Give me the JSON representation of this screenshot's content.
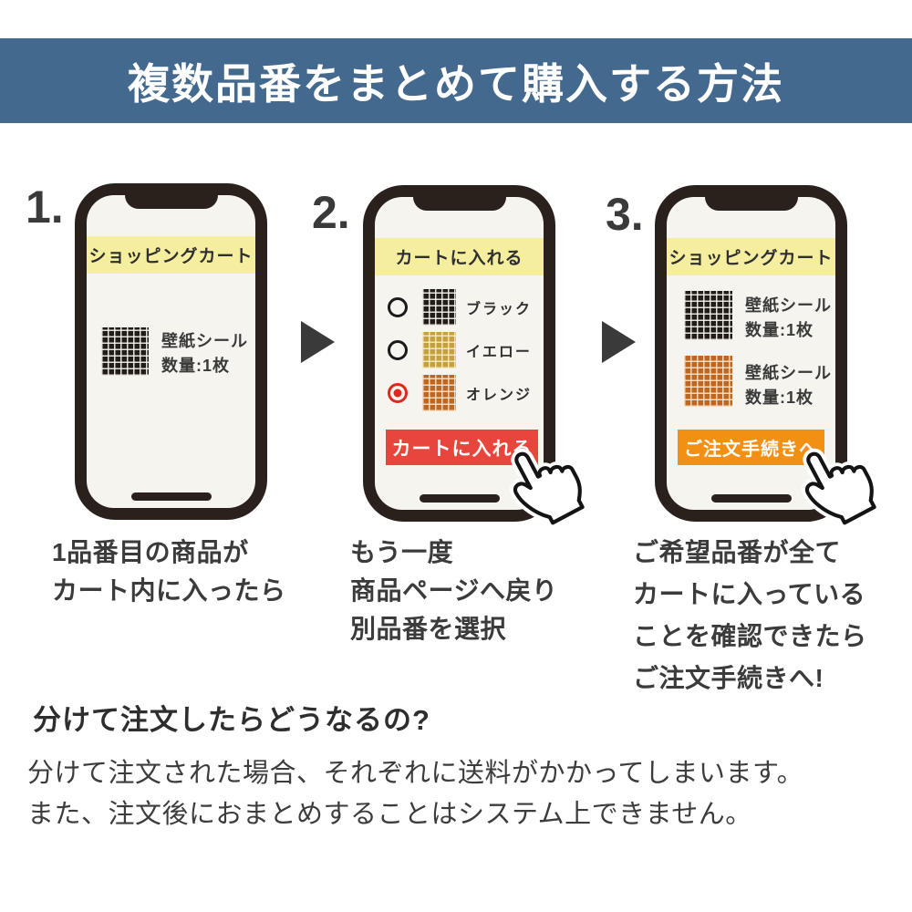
{
  "banner": {
    "title": "複数品番をまとめて購入する方法",
    "bg_color": "#44698f"
  },
  "steps": [
    {
      "number": "1.",
      "phone_header": "ショッピングカート",
      "items": [
        {
          "swatch": "black-tile-swatch",
          "name": "壁紙シール",
          "qty": "数量:1枚"
        }
      ],
      "caption": "1品番目の商品が\nカート内に入ったら"
    },
    {
      "number": "2.",
      "phone_header": "カートに入れる",
      "options": [
        {
          "swatch": "black-tile-swatch",
          "label": "ブラック",
          "selected": false
        },
        {
          "swatch": "yellow-tile-swatch",
          "label": "イエロー",
          "selected": false
        },
        {
          "swatch": "orange-tile-swatch",
          "label": "オレンジ",
          "selected": true
        }
      ],
      "button": {
        "label": "カートに入れる",
        "bg_color": "#e8463c"
      },
      "caption": "もう一度\n商品ページへ戻り\n別品番を選択"
    },
    {
      "number": "3.",
      "phone_header": "ショッピングカート",
      "items": [
        {
          "swatch": "black-tile-swatch",
          "name": "壁紙シール",
          "qty": "数量:1枚"
        },
        {
          "swatch": "orange-tile-swatch",
          "name": "壁紙シール",
          "qty": "数量:1枚"
        }
      ],
      "button": {
        "label": "ご注文手続きへ",
        "bg_color": "#f29013"
      },
      "caption": "ご希望品番が全て\nカートに入っている\nことを確認できたら\nご注文手続きへ!"
    }
  ],
  "footer": {
    "heading": "分けて注文したらどうなるの?",
    "body": "分けて注文された場合、それぞれに送料がかかってしまいます。\nまた、注文後におまとめすることはシステム上できません。"
  },
  "colors": {
    "banner_blue": "#44698f",
    "phone_frame": "#2a211c",
    "screen_bg": "#f6f4ef",
    "header_yellow": "#f5ee9e",
    "button_red": "#e8463c",
    "button_orange": "#f29013",
    "highlight_yellow": "#f8e87d",
    "radio_selected_red": "#e0281e",
    "swatch_black": "#211c16",
    "swatch_yellow": "#c69f3e",
    "swatch_orange": "#c0661f"
  }
}
